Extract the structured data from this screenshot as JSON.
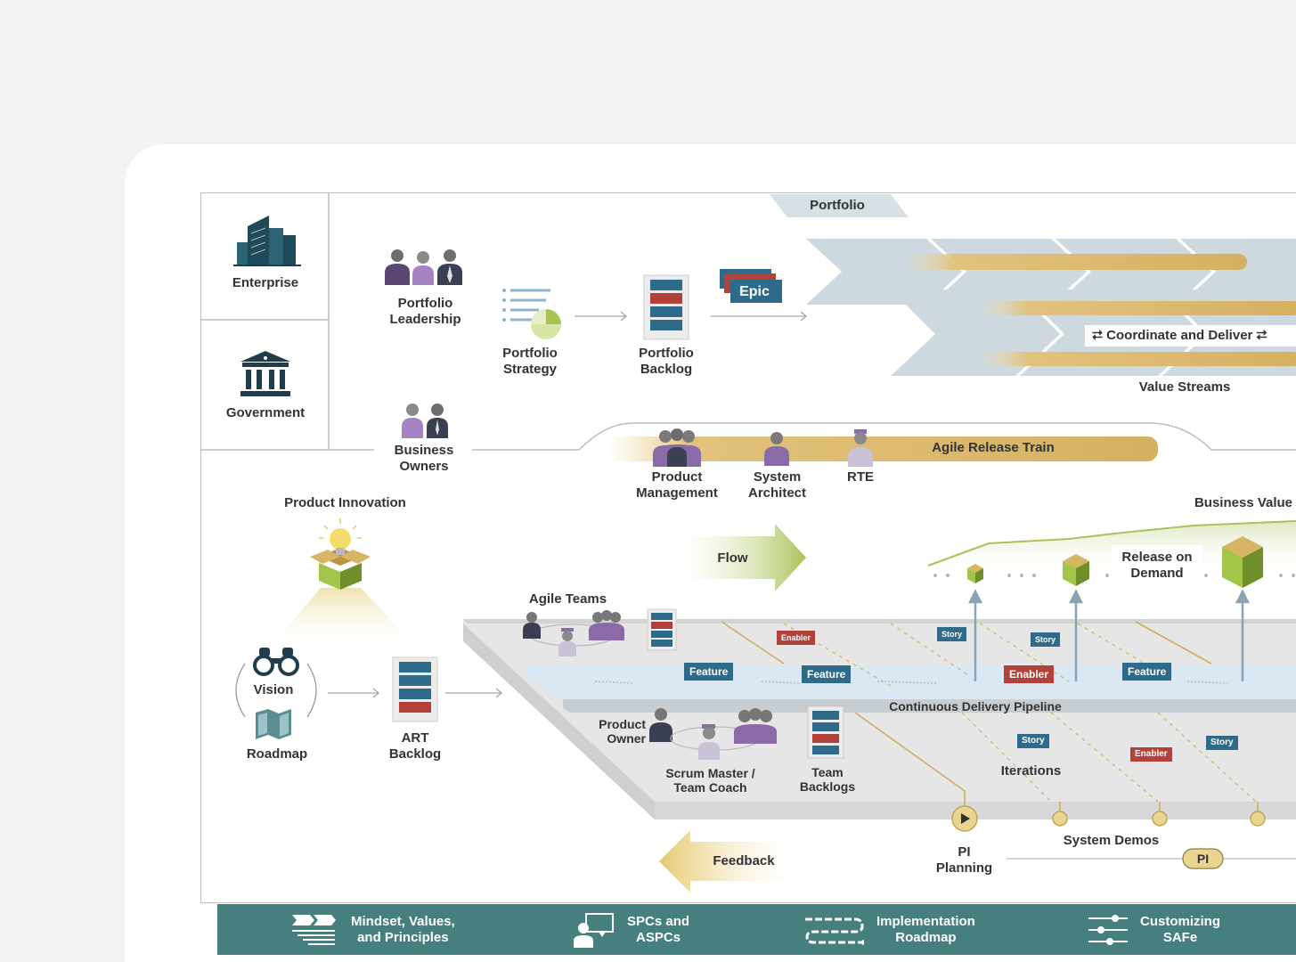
{
  "frame": {
    "enterprise": "Enterprise",
    "government": "Government"
  },
  "portfolio": {
    "banner": "Portfolio",
    "leadership": [
      "Portfolio",
      "Leadership"
    ],
    "strategy": [
      "Portfolio",
      "Strategy"
    ],
    "backlog": [
      "Portfolio",
      "Backlog"
    ],
    "epic": "Epic",
    "coordinate": "Coordinate and Deliver",
    "value_streams": "Value Streams"
  },
  "art": {
    "business_owners": [
      "Business",
      "Owners"
    ],
    "train": "Agile Release Train",
    "product_management": [
      "Product",
      "Management"
    ],
    "system_architect": [
      "System",
      "Architect"
    ],
    "rte": "RTE",
    "product_innovation": "Product Innovation",
    "business_value": "Business Value",
    "release_on_demand": [
      "Release on",
      "Demand"
    ],
    "flow": "Flow",
    "feedback": "Feedback",
    "vision": "Vision",
    "roadmap": "Roadmap",
    "art_backlog": [
      "ART",
      "Backlog"
    ]
  },
  "team": {
    "agile_teams": "Agile Teams",
    "product_owner": [
      "Product",
      "Owner"
    ],
    "scrum_master": [
      "Scrum Master /",
      "Team Coach"
    ],
    "team_backlogs": [
      "Team",
      "Backlogs"
    ],
    "pipeline": "Continuous Delivery Pipeline",
    "iterations": "Iterations",
    "pi_planning": [
      "PI",
      "Planning"
    ],
    "system_demos": "System Demos",
    "pi": "PI",
    "feature": "Feature",
    "enabler": "Enabler",
    "story": "Story"
  },
  "footer": {
    "mindset": [
      "Mindset, Values,",
      "and Principles"
    ],
    "spcs": [
      "SPCs and",
      "ASPCs"
    ],
    "roadmap": [
      "Implementation",
      "Roadmap"
    ],
    "customizing": [
      "Customizing",
      "SAFe"
    ]
  },
  "colors": {
    "teal": "#457f7e",
    "navy": "#2e6b8a",
    "red": "#b2413a",
    "gold": "#d9b86a",
    "green": "#9cbf3b",
    "dark": "#1f3d4d"
  }
}
